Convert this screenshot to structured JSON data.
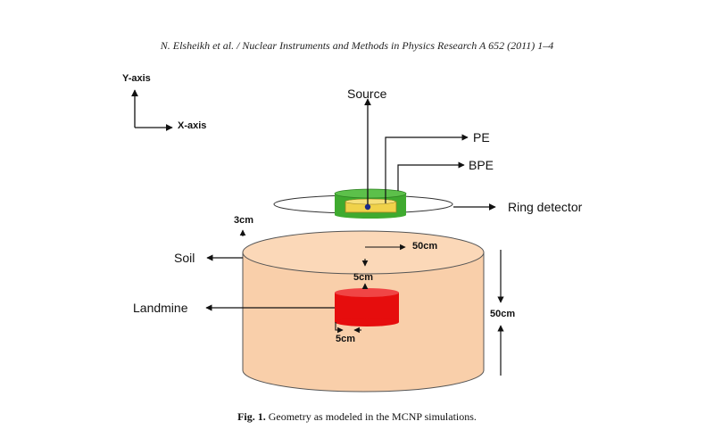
{
  "header": {
    "running_head": "N. Elsheikh et al. / Nuclear Instruments and Methods in Physics Research A 652 (2011) 1–4"
  },
  "figure": {
    "axes": {
      "y_label": "Y-axis",
      "x_label": "X-axis"
    },
    "labels": {
      "source": "Source",
      "pe": "PE",
      "bpe": "BPE",
      "ring_detector": "Ring detector",
      "gap": "3cm",
      "soil": "Soil",
      "soil_radius": "50cm",
      "mine_depth": "5cm",
      "landmine": "Landmine",
      "mine_size": "5cm",
      "soil_height": "50cm"
    },
    "colors": {
      "soil": "#f9cfaa",
      "landmine": "#e60d0d",
      "bpe": "#3faa2f",
      "pe": "#f0d24a"
    }
  },
  "caption": {
    "label": "Fig. 1.",
    "text": "Geometry as modeled in the MCNP simulations."
  }
}
